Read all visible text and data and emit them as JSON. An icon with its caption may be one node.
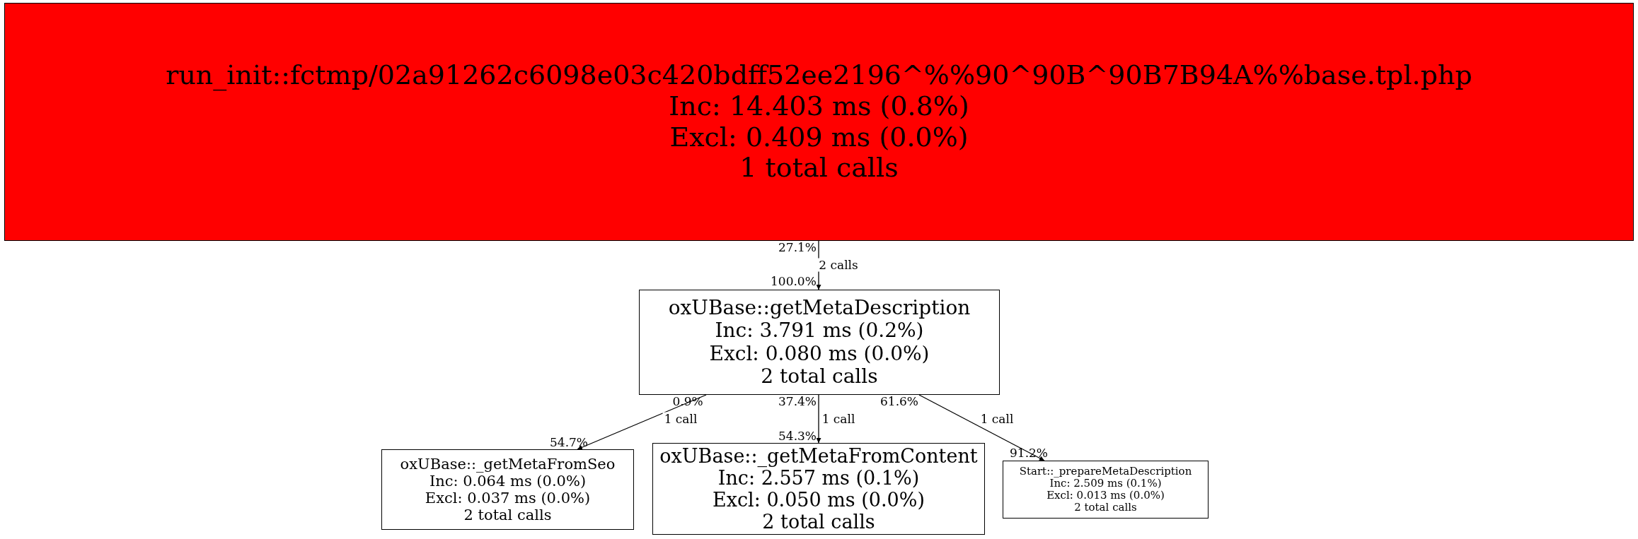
{
  "diagram": {
    "nodes": [
      {
        "text": [
          "run_init::fctmp/02a91262c6098e03c420bdff52ee2196^%%90^90B^90B7B94A%%base.tpl.php",
          "Inc: 14.403 ms (0.8%)",
          "Excl: 0.409 ms (0.0%)",
          "1 total calls"
        ]
      },
      {
        "text": [
          "oxUBase::getMetaDescription",
          "Inc: 3.791 ms (0.2%)",
          "Excl: 0.080 ms (0.0%)",
          "2 total calls"
        ]
      },
      {
        "text": [
          "oxUBase::_getMetaFromSeo",
          "Inc: 0.064 ms (0.0%)",
          "Excl: 0.037 ms (0.0%)",
          "2 total calls"
        ]
      },
      {
        "text": [
          "oxUBase::_getMetaFromContent",
          "Inc: 2.557 ms (0.1%)",
          "Excl: 0.050 ms (0.0%)",
          "2 total calls"
        ]
      },
      {
        "text": [
          "Start::_prepareMetaDescription",
          "Inc: 2.509 ms (0.1%)",
          "Excl: 0.013 ms (0.0%)",
          "2 total calls"
        ]
      }
    ],
    "edges": [
      {
        "from": 0,
        "to": 1,
        "arrow": "to",
        "label": "2 calls"
      },
      {
        "from": 1,
        "to": 2,
        "arrow": "to",
        "label": "1 call"
      },
      {
        "from": 1,
        "to": 3,
        "arrow": "to",
        "label": "1 call"
      },
      {
        "from": 1,
        "to": 4,
        "arrow": "to",
        "label": "1 call"
      }
    ],
    "labels": [
      "27.1%",
      "100.0%",
      "0.9%",
      "37.4%",
      "61.6%",
      "54.3%",
      "54.7%",
      "91.2%"
    ]
  }
}
